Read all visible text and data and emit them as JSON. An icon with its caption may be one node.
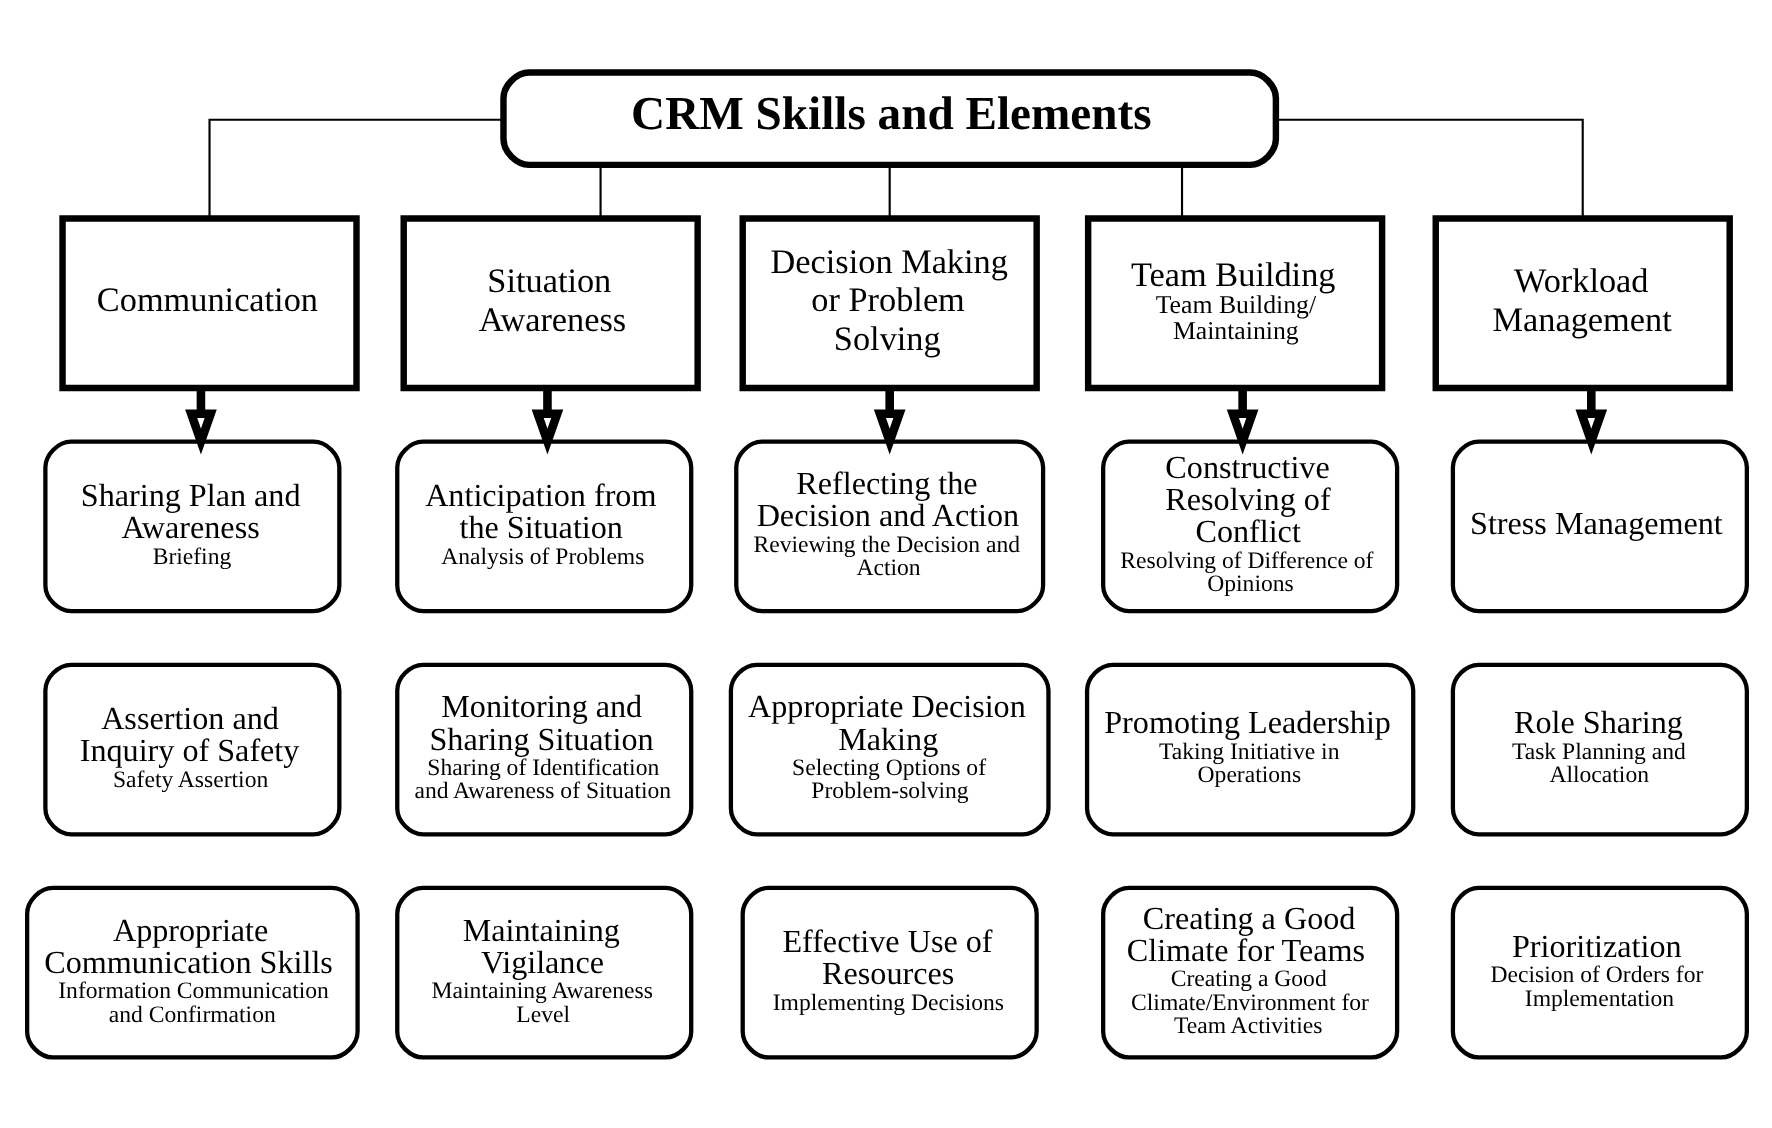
{
  "diagram": {
    "nodes": [
      {
        "text": [
          "CRM Skills and Elements"
        ]
      },
      {
        "text": [
          "Communication"
        ]
      },
      {
        "text": [
          "Situation Awareness"
        ]
      },
      {
        "text": [
          "Decision Making or Problem Solving"
        ]
      },
      {
        "text": [
          "Team Building",
          "Team Building/ Maintaining"
        ]
      },
      {
        "text": [
          "Workload Management"
        ]
      },
      {
        "text": [
          "Sharing Plan and Awareness",
          "Briefing"
        ]
      },
      {
        "text": [
          "Anticipation from the Situation",
          "Analysis of Problems"
        ]
      },
      {
        "text": [
          "Reflecting the Decision and Action",
          "Reviewing the Decision and Action"
        ]
      },
      {
        "text": [
          "Constructive Resolving of Conflict",
          "Resolving of Difference of Opinions"
        ]
      },
      {
        "text": [
          "Stress Management"
        ]
      },
      {
        "text": [
          "Assertion and Inquiry of Safety",
          "Safety Assertion"
        ]
      },
      {
        "text": [
          "Monitoring and Sharing Situation",
          "Sharing of Identification and Awareness of Situation"
        ]
      },
      {
        "text": [
          "Appropriate Decision Making",
          "Selecting Options of Problem-solving"
        ]
      },
      {
        "text": [
          "Promoting Leadership",
          "Taking Initiative in Operations"
        ]
      },
      {
        "text": [
          "Role Sharing",
          "Task Planning and Allocation"
        ]
      },
      {
        "text": [
          "Appropriate Communication Skills",
          "Information Communication and Confirmation"
        ]
      },
      {
        "text": [
          "Maintaining Vigilance",
          "Maintaining Awareness Level"
        ]
      },
      {
        "text": [
          "Effective Use of Resources",
          "Implementing Decisions"
        ]
      },
      {
        "text": [
          "Creating a Good Climate for Teams",
          "Creating a Good Climate/Environment for Team Activities"
        ]
      },
      {
        "text": [
          "Prioritization",
          "Decision of Orders for Implementation"
        ]
      }
    ],
    "edges": [
      {
        "from": 0,
        "to": 1,
        "arrow": "none"
      },
      {
        "from": 0,
        "to": 2,
        "arrow": "none"
      },
      {
        "from": 0,
        "to": 3,
        "arrow": "none"
      },
      {
        "from": 0,
        "to": 4,
        "arrow": "none"
      },
      {
        "from": 0,
        "to": 5,
        "arrow": "none"
      },
      {
        "from": 1,
        "to": 6,
        "arrow": "to",
        "style": "thick"
      },
      {
        "from": 2,
        "to": 7,
        "arrow": "to",
        "style": "thick"
      },
      {
        "from": 3,
        "to": 8,
        "arrow": "to",
        "style": "thick"
      },
      {
        "from": 4,
        "to": 9,
        "arrow": "to",
        "style": "thick"
      },
      {
        "from": 5,
        "to": 10,
        "arrow": "to",
        "style": "thick"
      }
    ]
  }
}
